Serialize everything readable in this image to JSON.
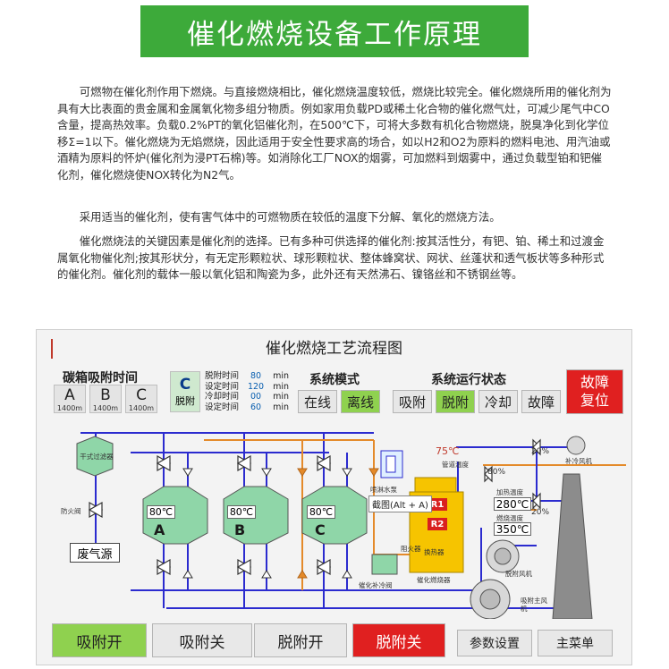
{
  "banner_title": "催化燃烧设备工作原理",
  "paragraphs": [
    "可燃物在催化剂作用下燃烧。与直接燃烧相比，催化燃烧温度较低，燃烧比较完全。催化燃烧所用的催化剂为具有大比表面的贵金属和金属氧化物多组分物质。例如家用负载PD或稀土化合物的催化燃气灶，可减少尾气中CO含量，提高热效率。负载0.2%PT的氧化铝催化剂，在500℃下，可将大多数有机化合物燃烧，脱臭净化到化学位移Σ=1以下。催化燃烧为无焰燃烧，因此适用于安全性要求高的场合，如以H2和O2为原料的燃料电池、用汽油或酒精为原料的怀炉(催化剂为浸PT石棉)等。如消除化工厂NOX的烟雾，可加燃料到烟雾中，通过负载型铂和钯催化剂，催化燃烧使NOX转化为N2气。",
    "采用适当的催化剂，使有害气体中的可燃物质在较低的温度下分解、氧化的燃烧方法。",
    "催化燃烧法的关键因素是催化剂的选择。已有多种可供选择的催化剂:按其活性分，有钯、铂、稀土和过渡金属氧化物催化剂;按其形状分，有无定形颗粒状、球形颗粒状、整体蜂窝状、网状、丝蓬状和透气板状等多种形式的催化剂。催化剂的载体一般以氧化铝和陶瓷为多，此外还有天然沸石、镍铬丝和不锈钢丝等。"
  ],
  "panel": {
    "title": "催化燃烧工艺流程图",
    "carbon_label": "碳箱吸附时间",
    "carbon_boxes": [
      {
        "letter": "A",
        "time": "1400m"
      },
      {
        "letter": "B",
        "time": "1400m"
      },
      {
        "letter": "C",
        "time": "1400m"
      }
    ],
    "desorb_box": {
      "letter": "C",
      "label": "脱附"
    },
    "timers": [
      {
        "name": "脱附时间",
        "value": "80",
        "unit": "min"
      },
      {
        "name": "设定时间",
        "value": "120",
        "unit": "min"
      },
      {
        "name": "冷却时间",
        "value": "00",
        "unit": "min"
      },
      {
        "name": "设定时间",
        "value": "60",
        "unit": "min"
      }
    ],
    "mode_label": "系统模式",
    "mode_buttons": [
      "在线",
      "离线"
    ],
    "status_label": "系统运行状态",
    "status_buttons": [
      "吸附",
      "脱附",
      "冷却",
      "故障"
    ],
    "fault_reset": "故障复位",
    "bottom_buttons": [
      "吸附开",
      "吸附关",
      "脱附开",
      "脱附关",
      "参数设置",
      "主菜单"
    ],
    "colors": {
      "green": "#8fd14f",
      "red": "#e02020",
      "yellow": "#f6c400",
      "tank": "#8fd6a8",
      "pipe": "#2b2bcf"
    }
  },
  "diagram": {
    "dry_filter": "干式过滤器",
    "fire_valve": "防火阀",
    "waste_source": "废气源",
    "tank_temps": [
      "80℃",
      "80℃",
      "80℃"
    ],
    "tank_letters": [
      "A",
      "B",
      "C"
    ],
    "pipe_temp": "75℃",
    "pipe_temp_label": "管道温度",
    "spray_pump": "喷淋水泵",
    "heat_temp_label": "加热温度",
    "heat_temp": "280℃",
    "burn_temp_label": "燃烧温度",
    "burn_temp": "350℃",
    "r_labels": [
      "R1",
      "R2"
    ],
    "heat_exchanger": "换热器",
    "catalytic_burner": "催化燃烧器",
    "flame_arrester": "阻火器",
    "cat_cool_valve": "催化补冷阀",
    "desorb_fan": "脱附风机",
    "main_fan": "吸附主风机",
    "cool_fan": "补冷风机",
    "valve_pcts": [
      "20%",
      "20%",
      "80%"
    ],
    "tooltip": "截图(Alt + A)"
  }
}
